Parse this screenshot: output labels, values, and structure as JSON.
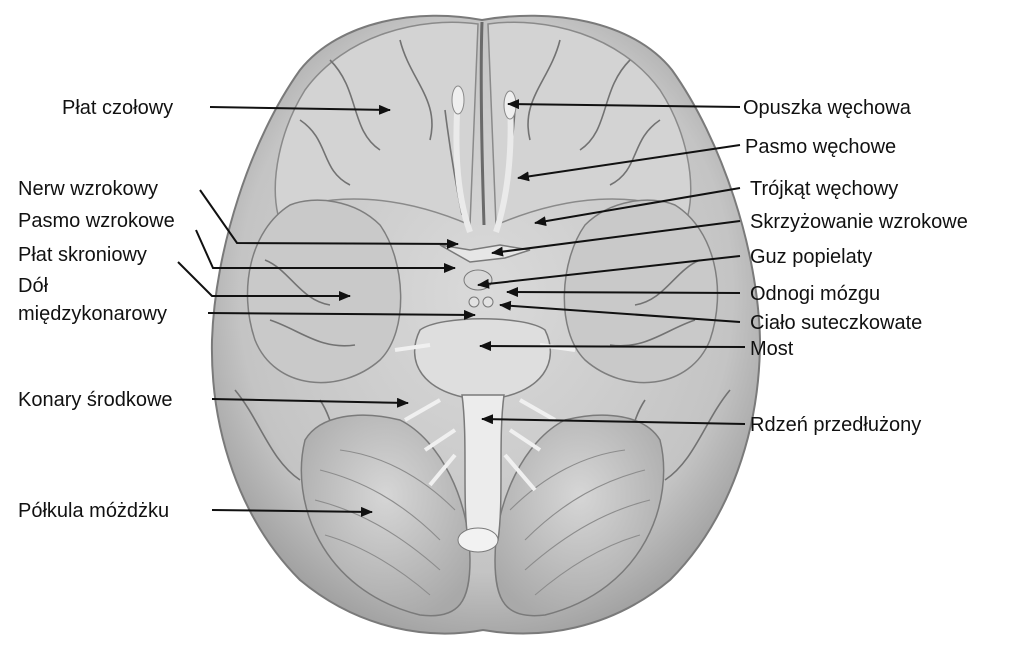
{
  "colors": {
    "background": "#ffffff",
    "brain_fill": "#cfcfcf",
    "brain_shadow": "#8a8a8a",
    "fold_lines": "#6e6e6e",
    "label_text": "#111111",
    "leader_line": "#111111"
  },
  "labels": {
    "left": {
      "plat_czolowy": "Płat czołowy",
      "nerw_wzrokowy": "Nerw wzrokowy",
      "pasmo_wzrokowe": "Pasmo wzrokowe",
      "plat_skroniowy": "Płat skroniowy",
      "dol_line1": "Dół",
      "dol_line2": "międzykonarowy",
      "konary_srodkowe": "Konary środkowe",
      "polkula_mozdzku": "Półkula móżdżku"
    },
    "right": {
      "opuszka_wechowa": "Opuszka węchowa",
      "pasmo_wechowe": "Pasmo węchowe",
      "trojkat_wechowy": "Trójkąt węchowy",
      "skrzyzowanie_wzrokowe": "Skrzyżowanie wzrokowe",
      "guz_popielaty": "Guz popielaty",
      "odnogi_mozgu": "Odnogi mózgu",
      "cialo_suteczkowate": "Ciało suteczkowate",
      "most": "Most",
      "rdzen_przedluzony": "Rdzeń przedłużony"
    }
  }
}
